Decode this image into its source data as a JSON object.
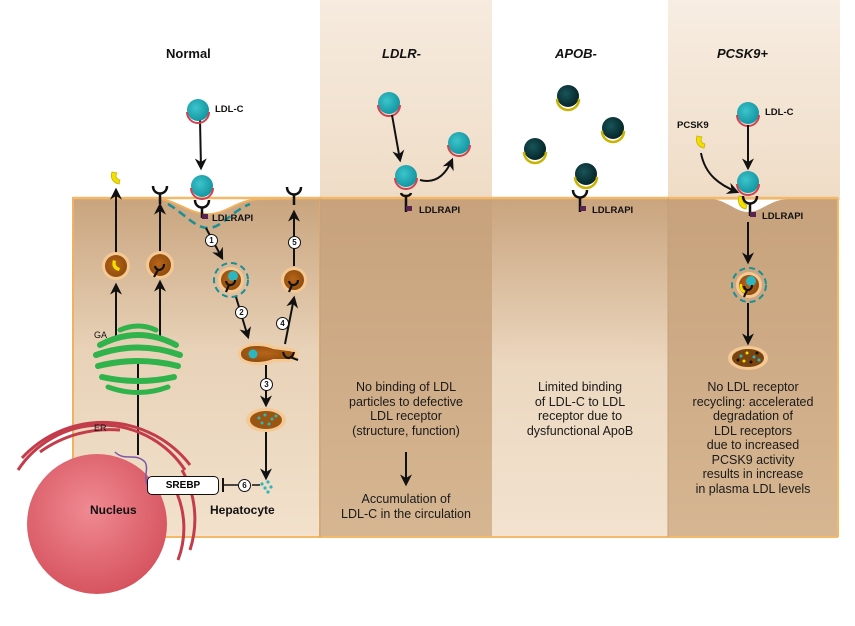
{
  "figure": {
    "panels": [
      {
        "id": "normal",
        "title": "Normal",
        "italic": false
      },
      {
        "id": "ldlr",
        "title": "LDLR-",
        "italic": true
      },
      {
        "id": "apob",
        "title": "APOB-",
        "italic": true
      },
      {
        "id": "pcsk9",
        "title": "PCSK9+",
        "italic": true
      }
    ],
    "labels": {
      "ldlc": "LDL-C",
      "ldlrapi": "LDLRAPI",
      "pcsk9": "PCSK9",
      "ga": "GA",
      "er": "ER",
      "nucleus": "Nucleus",
      "hepatocyte": "Hepatocyte",
      "srebp": "SREBP"
    },
    "steps": [
      "1",
      "2",
      "3",
      "4",
      "5",
      "6"
    ],
    "descriptions": {
      "ldlr_main": "No binding of LDL\nparticles to defective\nLDL receptor\n(structure, function)",
      "ldlr_result": "Accumulation of\nLDL-C in the circulation",
      "apob": "Limited binding\nof LDL-C to LDL\nreceptor due to\ndysfunctional ApoB",
      "pcsk9": "No LDL receptor\nrecycling: accelerated\ndegradation of\nLDL receptors\ndue to increased\nPCSK9 activity\nresults in increase\nin plasma LDL levels"
    },
    "colors": {
      "ldl_particle": "#1fa9b4",
      "ldl_rim": "#d2414f",
      "apob_particle": "#0c3a3e",
      "apob_rim": "#c8b400",
      "pcsk9": "#f2e000",
      "vesicle": "#a85c12",
      "golgi": "#2fb34a",
      "nucleus": "#e0606a",
      "ldlrapi": "#5a2450",
      "cell_border": "#f0b260"
    }
  }
}
